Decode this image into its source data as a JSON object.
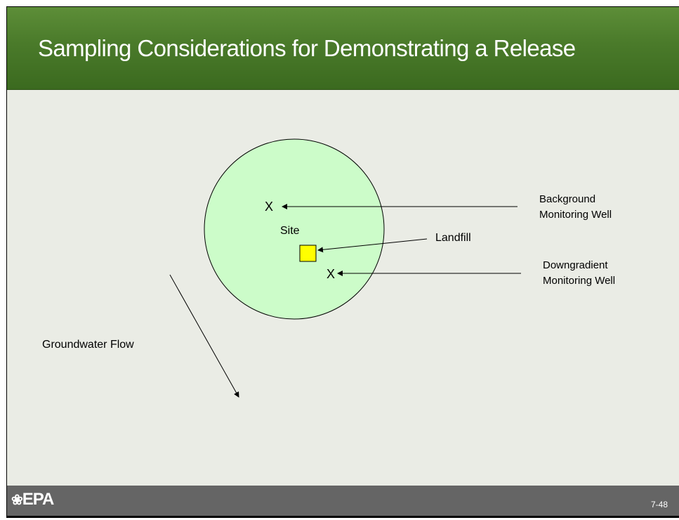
{
  "slide": {
    "title": "Sampling Considerations for Demonstrating a Release",
    "slide_number": "7-48",
    "logo_text": "EPA"
  },
  "diagram": {
    "site_label": "Site",
    "landfill_label": "Landfill",
    "background_well_marker": "X",
    "background_well_label_line1": "Background",
    "background_well_label_line2": "Monitoring Well",
    "downgradient_well_marker": "X",
    "downgradient_well_label_line1": "Downgradient",
    "downgradient_well_label_line2": "Monitoring Well",
    "groundwater_flow_label": "Groundwater Flow"
  },
  "colors": {
    "title_bar": "#4a7a2a",
    "footer_bar": "#656565",
    "site_circle_fill": "#ccfcc9",
    "landfill_fill": "#ffff00",
    "slide_background": "#eaece5"
  }
}
